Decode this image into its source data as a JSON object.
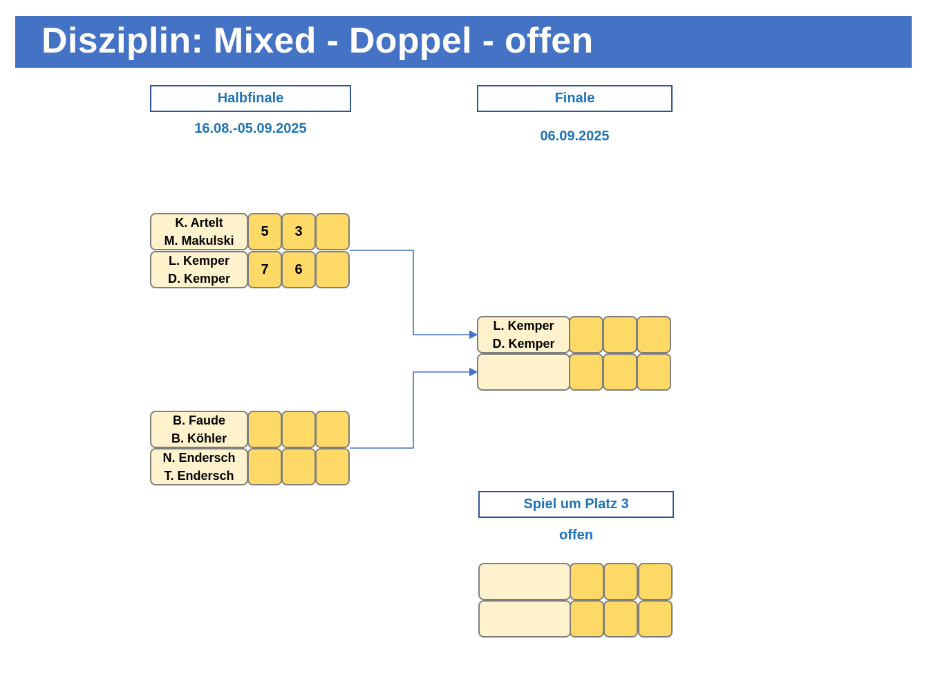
{
  "title": "Disziplin: Mixed - Doppel - offen",
  "colors": {
    "banner": "#4472c4",
    "round_text": "#1f73b7",
    "pair_fill": "#fff2cc",
    "score_fill": "#ffd966",
    "connector": "#4472c4"
  },
  "rounds": {
    "semifinal": {
      "label": "Halbfinale",
      "date": "16.08.-05.09.2025"
    },
    "final": {
      "label": "Finale",
      "date": "06.09.2025"
    },
    "third_place": {
      "label": "Spiel um Platz 3",
      "date": "offen"
    }
  },
  "semifinal_1": {
    "team_a": {
      "player1": "K. Artelt",
      "player2": "M. Makulski",
      "set1": "5",
      "set2": "3",
      "set3": ""
    },
    "team_b": {
      "player1": "L. Kemper",
      "player2": "D. Kemper",
      "set1": "7",
      "set2": "6",
      "set3": ""
    }
  },
  "semifinal_2": {
    "team_a": {
      "player1": "B. Faude",
      "player2": "B. Köhler",
      "set1": "",
      "set2": "",
      "set3": ""
    },
    "team_b": {
      "player1": "N. Endersch",
      "player2": "T. Endersch",
      "set1": "",
      "set2": "",
      "set3": ""
    }
  },
  "final": {
    "team_a": {
      "player1": "L. Kemper",
      "player2": "D. Kemper",
      "set1": "",
      "set2": "",
      "set3": ""
    },
    "team_b": {
      "player1": "",
      "player2": "",
      "set1": "",
      "set2": "",
      "set3": ""
    }
  },
  "third_place_match": {
    "team_a": {
      "player1": "",
      "player2": "",
      "set1": "",
      "set2": "",
      "set3": ""
    },
    "team_b": {
      "player1": "",
      "player2": "",
      "set1": "",
      "set2": "",
      "set3": ""
    }
  }
}
